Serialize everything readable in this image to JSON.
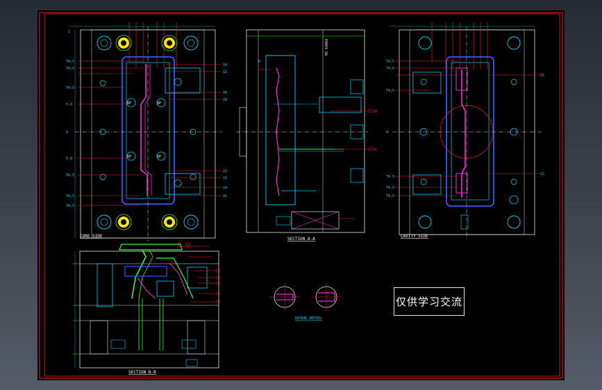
{
  "drawing": {
    "views": {
      "core_side": "CORE SIDE",
      "section_aa": "SECTION A-A",
      "cavity_side": "CAVITY SIDE",
      "section_bb": "SECTION B-B",
      "detail": "DETAIL DETAIL"
    },
    "vertical_note": "MS 6400A",
    "watermark": "仅供学习交流"
  },
  "colors": {
    "background": "#000000",
    "frame": "#ff2020",
    "outline": "#e6e6e6",
    "cyan": "#00d8ff",
    "blue": "#2f5cff",
    "magenta": "#ff2bd6",
    "green": "#33ff33",
    "red": "#ff2020",
    "yellow": "#ffe600"
  }
}
